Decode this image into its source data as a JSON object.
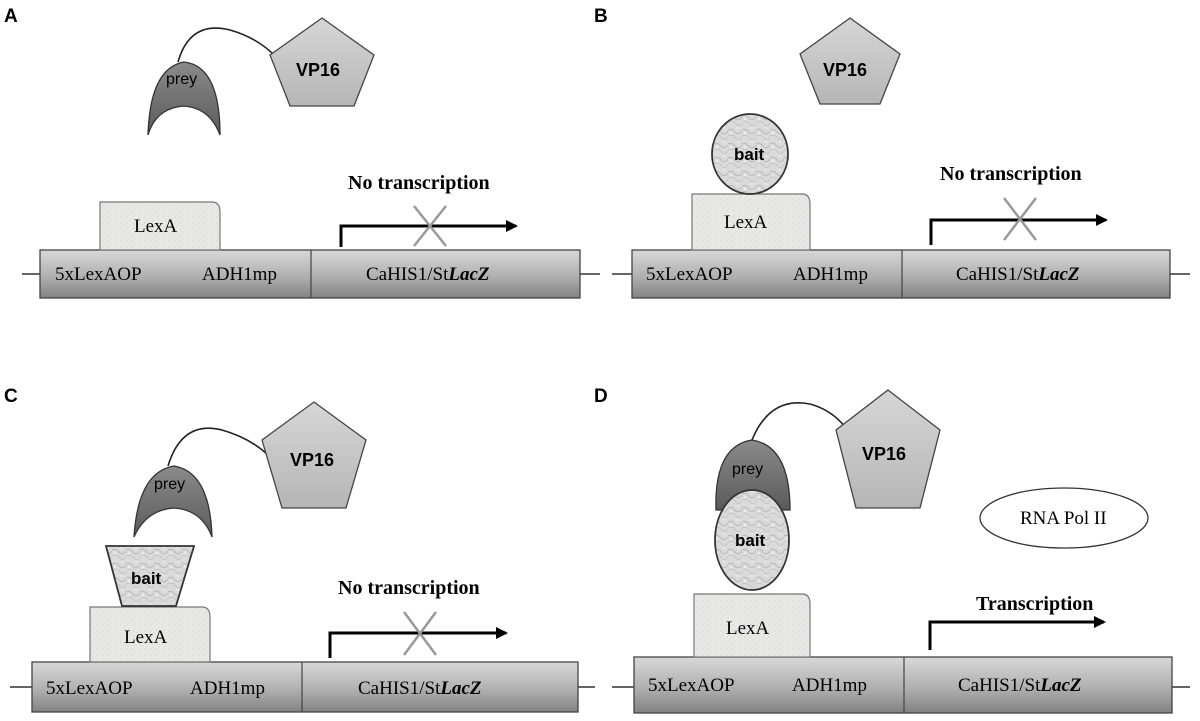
{
  "panels": [
    {
      "letter": "A",
      "promoter": "5xLexAOP",
      "minimal_promoter": "ADH1mp",
      "reporter_prefix": "CaHIS1/St",
      "reporter_italic": "LacZ",
      "lexa": "LexA",
      "prey": "prey",
      "vp16": "VP16",
      "status": "No transcription"
    },
    {
      "letter": "B",
      "promoter": "5xLexAOP",
      "minimal_promoter": "ADH1mp",
      "reporter_prefix": "CaHIS1/St",
      "reporter_italic": "LacZ",
      "lexa": "LexA",
      "bait": "bait",
      "vp16": "VP16",
      "status": "No transcription"
    },
    {
      "letter": "C",
      "promoter": "5xLexAOP",
      "minimal_promoter": "ADH1mp",
      "reporter_prefix": "CaHIS1/St",
      "reporter_italic": "LacZ",
      "lexa": "LexA",
      "bait": "bait",
      "prey": "prey",
      "vp16": "VP16",
      "status": "No transcription"
    },
    {
      "letter": "D",
      "promoter": "5xLexAOP",
      "minimal_promoter": "ADH1mp",
      "reporter_prefix": "CaHIS1/St",
      "reporter_italic": "LacZ",
      "lexa": "LexA",
      "bait": "bait",
      "prey": "prey",
      "vp16": "VP16",
      "polymerase": "RNA Pol II",
      "status": "Transcription"
    }
  ],
  "colors": {
    "box_light": "#d4d4d4",
    "box_dark": "#8a8a8a",
    "prey_dark": "#707070",
    "vp16_fill": "#c8c8c8",
    "lexa_fill": "#e6e6e4"
  }
}
